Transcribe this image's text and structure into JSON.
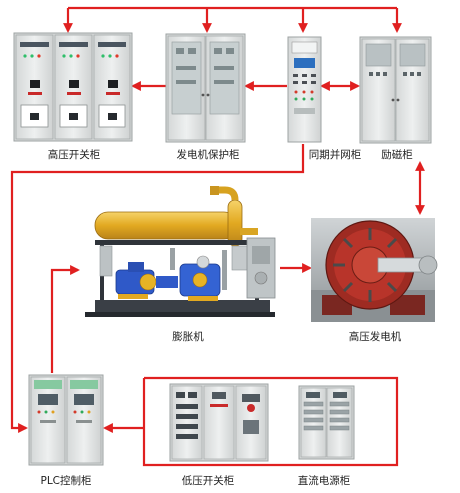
{
  "labels": {
    "hv_switch": "高压开关柜",
    "gen_protect": "发电机保护柜",
    "sync": "同期并网柜",
    "excite": "励磁柜",
    "expander": "膨胀机",
    "hv_generator": "高压发电机",
    "plc": "PLC控制柜",
    "lv_switch": "低压开关柜",
    "dc_power": "直流电源柜"
  },
  "colors": {
    "arrow": "#e02020",
    "cabinet": "#e4e6e6",
    "cabinet_dark": "#c9cccc",
    "panel_green": "#86c9a0",
    "pipe": "#e9b52a",
    "frame": "#3a3f46",
    "motor_blue": "#2f59c8",
    "gen_red": "#b8342a"
  }
}
